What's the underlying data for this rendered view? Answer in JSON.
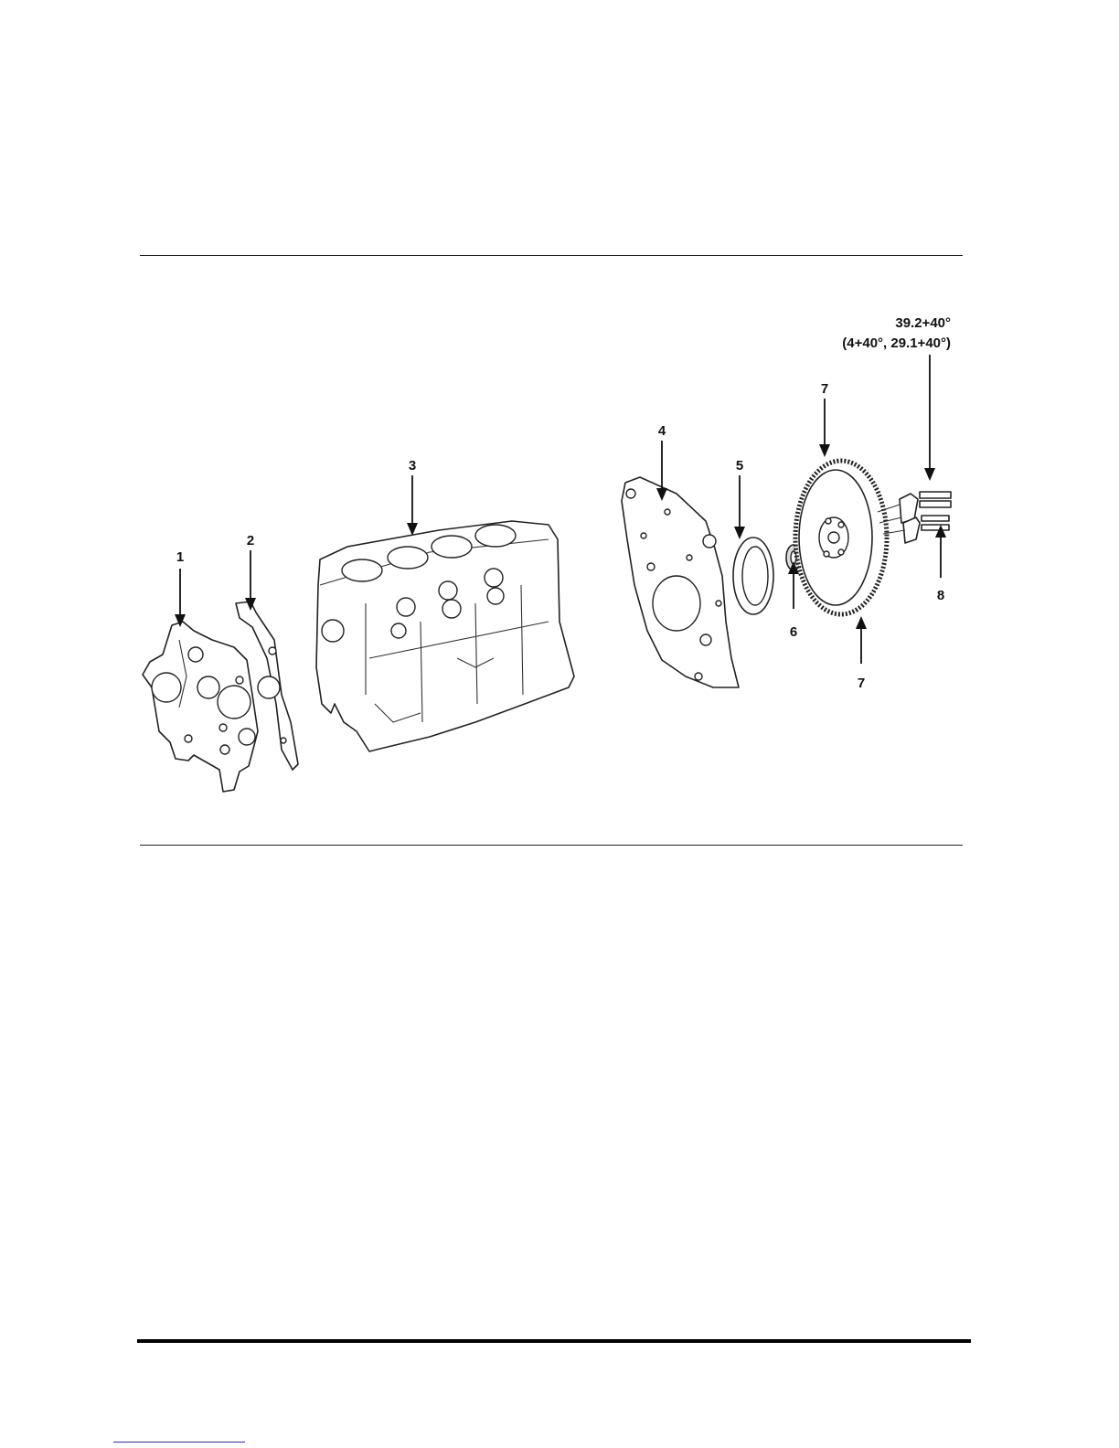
{
  "diagram": {
    "callouts": {
      "c1": "1",
      "c2": "2",
      "c3": "3",
      "c4": "4",
      "c5": "5",
      "c6": "6",
      "c7_top": "7",
      "c7_bottom": "7",
      "c8": "8"
    },
    "torque": {
      "line1": "39.2+40°",
      "line2": "(4+40°, 29.1+40°)"
    }
  }
}
